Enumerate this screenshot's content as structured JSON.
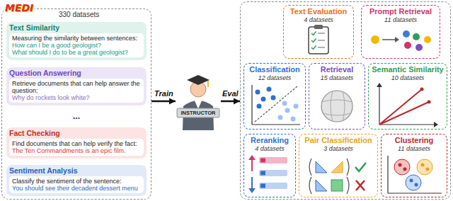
{
  "diagram": {
    "nodes": [
      {
        "text": [
          "MEDI",
          "330 datasets"
        ]
      },
      {
        "text": [
          "Text Similarity",
          "Measuring the similarity between sentences:",
          "How can I be a good geologist?",
          "What should I do to be a great geologist?"
        ],
        "in": 0
      },
      {
        "text": [
          "Question Answering",
          "Retrieve documents that can help answer the question:",
          "Why do rockets look white?"
        ],
        "in": 0
      },
      {
        "text": [
          "Fact Checking",
          "Find documents that can help verify the fact:",
          "The Ten Commandments is an epic film."
        ],
        "in": 0
      },
      {
        "text": [
          "Sentiment Analysis",
          "Classify the sentiment of the sentence:",
          "You should see their decadent dessert menu"
        ],
        "in": 0
      },
      {
        "text": [
          "INSTRUCTOR"
        ]
      },
      {
        "text": []
      },
      {
        "text": [
          "Text Evaluation",
          "4 datasets"
        ],
        "in": 6
      },
      {
        "text": [
          "Prompt Retrieval",
          "11 datasets"
        ],
        "in": 6
      },
      {
        "text": [
          "Classification",
          "12 datasets"
        ],
        "in": 6
      },
      {
        "text": [
          "Retrieval",
          "15 datasets"
        ],
        "in": 6
      },
      {
        "text": [
          "Semantic Similarity",
          "10 datasets"
        ],
        "in": 6
      },
      {
        "text": [
          "Reranking",
          "4 datasets"
        ],
        "in": 6
      },
      {
        "text": [
          "Pair Classification",
          "3 datasets"
        ],
        "in": 6
      },
      {
        "text": [
          "Clustering",
          "11 datasets"
        ],
        "in": 6
      }
    ],
    "edges": [
      {
        "from": 0,
        "to": 5,
        "label": "Train",
        "arrow": "to"
      },
      {
        "from": 5,
        "to": 6,
        "label": "Eval",
        "arrow": "to"
      }
    ],
    "labels": [
      "..."
    ]
  }
}
